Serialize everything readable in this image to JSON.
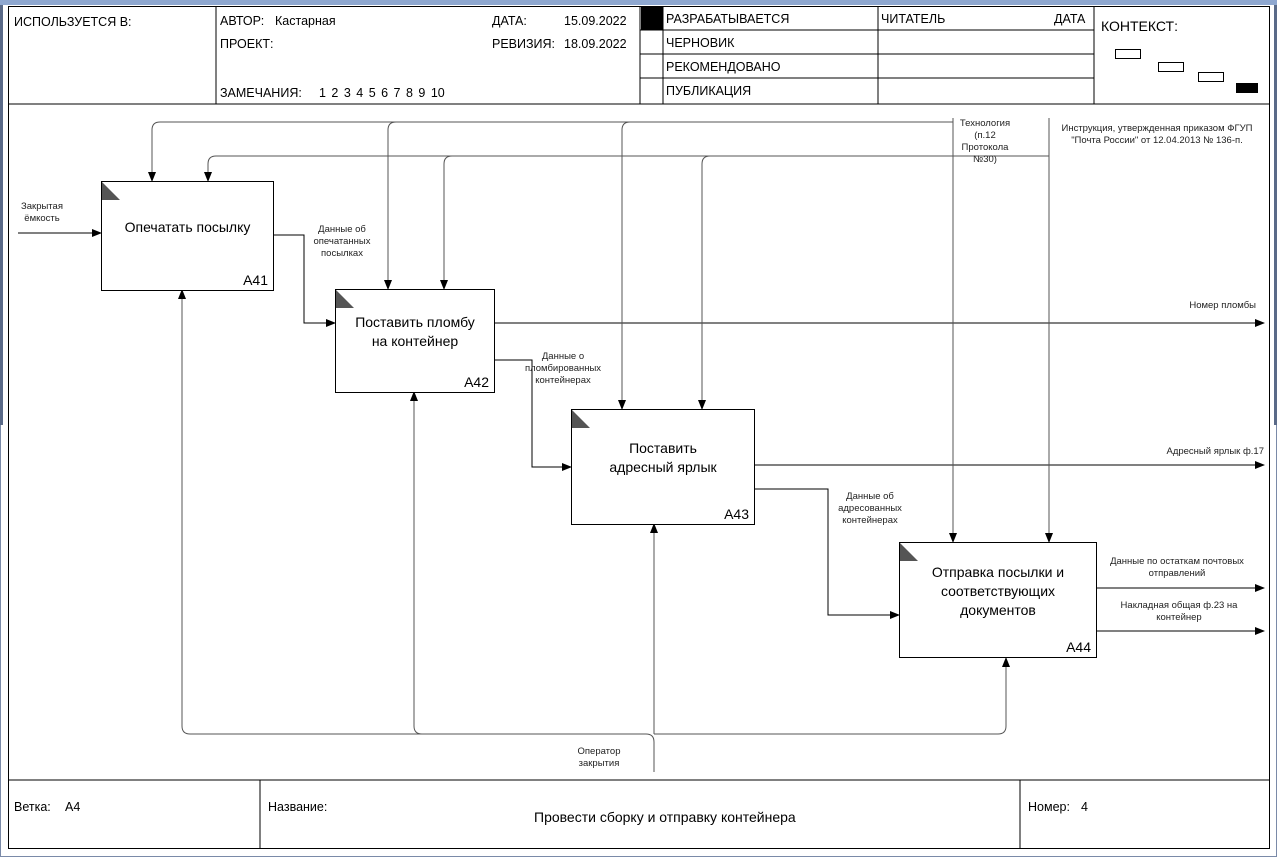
{
  "header": {
    "used_in_label": "ИСПОЛЬЗУЕТСЯ В:",
    "author_label": "АВТОР:",
    "author": "Кастарная",
    "project_label": "ПРОЕКТ:",
    "date_label": "ДАТА:",
    "date": "15.09.2022",
    "revision_label": "РЕВИЗИЯ:",
    "revision": "18.09.2022",
    "notes_label": "ЗАМЕЧАНИЯ:",
    "notes_numbers": "1 2 3 4 5 6 7 8 9 10",
    "status_items": [
      "РАЗРАБАТЫВАЕТСЯ",
      "ЧЕРНОВИК",
      "РЕКОМЕНДОВАНО",
      "ПУБЛИКАЦИЯ"
    ],
    "reader_label": "ЧИТАТЕЛЬ",
    "reader_date_label": "ДАТА",
    "context_label": "КОНТЕКСТ:"
  },
  "activities": [
    {
      "name": "Опечатать посылку",
      "number": "A41"
    },
    {
      "name": "Поставить пломбу на контейнер",
      "number": "A42"
    },
    {
      "name": "Поставить адресный ярлык",
      "number": "A43"
    },
    {
      "name": "Отправка посылки и соответствующих документов",
      "number": "A44"
    }
  ],
  "arrows": {
    "input_container": "Закрытая ёмкость",
    "sealed_parcels_data": "Данные об опечатанных посылках",
    "sealed_containers_data": "Данные о пломбированных контейнерах",
    "addressed_containers_data": "Данные об адресованных контейнерах",
    "technology": "Технология (п.12 Протокола №30)",
    "instruction": "Инструкция, утвержденная приказом ФГУП \"Почта России\" от 12.04.2013 № 136-п.",
    "seal_number": "Номер пломбы",
    "address_label": "Адресный ярлык ф.17",
    "remaining_data": "Данные по остаткам почтовых отправлений",
    "waybill": "Накладная общая ф.23 на контейнер",
    "operator": "Оператор закрытия"
  },
  "footer": {
    "branch_label": "Ветка:",
    "branch": "A4",
    "title_label": "Название:",
    "title": "Провести сборку и отправку контейнера",
    "number_label": "Номер:",
    "number": "4"
  }
}
